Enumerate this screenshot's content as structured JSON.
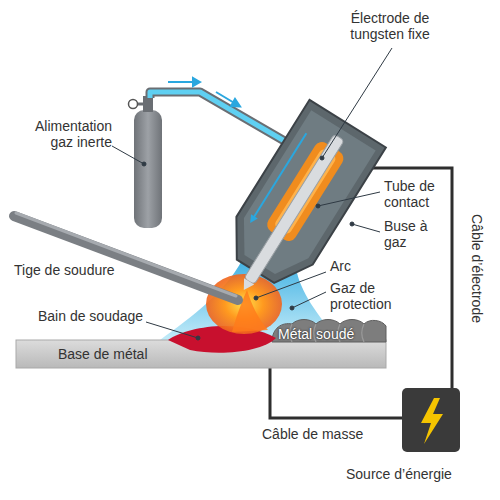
{
  "diagram": {
    "labels": [
      "Alimentation gaz inerte",
      "Électrode de tungsten fixe",
      "Tube de contact",
      "Buse à gaz",
      "Câble d’électrode",
      "Tige de soudure",
      "Arc",
      "Gaz de protection",
      "Bain de soudage",
      "Métal soudé",
      "Base de métal",
      "Câble de masse",
      "Source d’énergie"
    ]
  }
}
